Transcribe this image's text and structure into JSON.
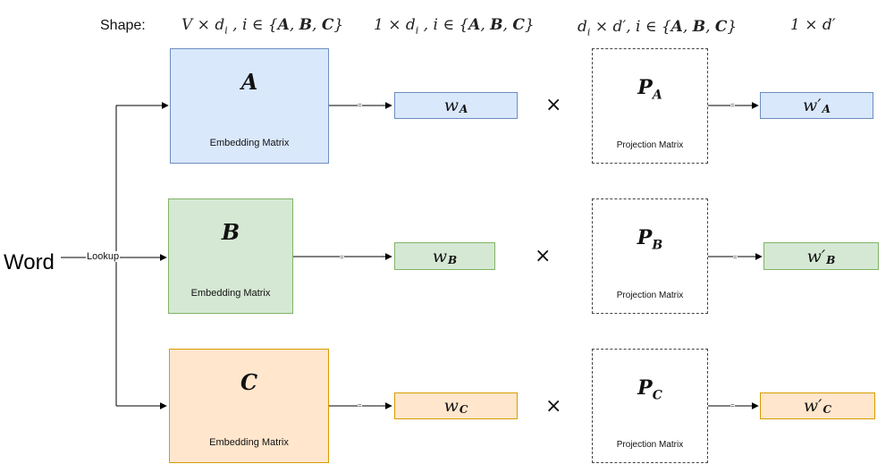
{
  "header": {
    "shape_label": "Shape:",
    "col_embedding": "V × d_i , i ∈ {A, B, C}",
    "col_vector": "1 × d_i , i ∈ {A, B, C}",
    "col_projection": "d_i × d′, i ∈ {A, B, C}",
    "col_output": "1 × d′"
  },
  "input": {
    "word": "Word",
    "lookup": "Lookup"
  },
  "rows": [
    {
      "matrix": "A",
      "matrix_caption": "Embedding Matrix",
      "vector": "w",
      "vector_sub": "A",
      "projection": "P",
      "projection_sub": "A",
      "projection_caption": "Projection Matrix",
      "output": "w′",
      "output_sub": "A",
      "color": "#dae8fc"
    },
    {
      "matrix": "B",
      "matrix_caption": "Embedding Matrix",
      "vector": "w",
      "vector_sub": "B",
      "projection": "P",
      "projection_sub": "B",
      "projection_caption": "Projection Matrix",
      "output": "w′",
      "output_sub": "B",
      "color": "#d5e8d4"
    },
    {
      "matrix": "C",
      "matrix_caption": "Embedding Matrix",
      "vector": "w",
      "vector_sub": "C",
      "projection": "P",
      "projection_sub": "C",
      "projection_caption": "Projection Matrix",
      "output": "w′",
      "output_sub": "C",
      "color": "#ffe6cc"
    }
  ],
  "operators": {
    "times": "×",
    "edge_label": "="
  }
}
